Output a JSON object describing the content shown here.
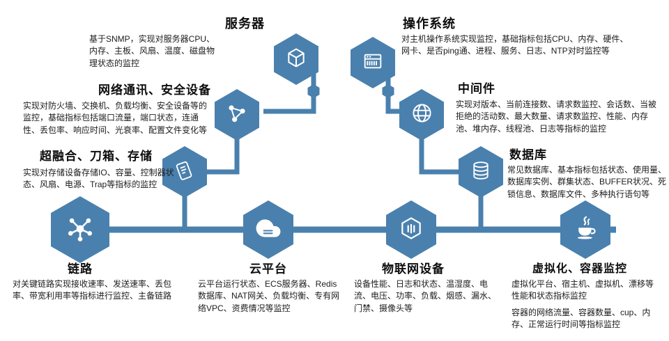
{
  "palette": {
    "hexagon_fill": "#4a80ad",
    "connector_line": "#4a80ad",
    "icon_color": "#ffffff",
    "title_text": "#0d0d0d",
    "body_text": "#1c1c1c",
    "background": "#ffffff"
  },
  "icons": {
    "server": "cube-icon",
    "os": "server-rack-icon",
    "network": "share-network-icon",
    "middleware": "globe-icon",
    "storage": "scroll-icon",
    "database": "database-cylinder-icon",
    "link": "hub-node-icon",
    "cloud": "cloud-icon",
    "iot": "package-box-icon",
    "virtualization": "java-coffee-icon"
  },
  "nodes": {
    "server": {
      "title": "服务器",
      "desc": "基于SNMP，实现对服务器CPU、内存、主板、风扇、温度、磁盘物理状态的监控"
    },
    "os": {
      "title": "操作系统",
      "desc": "对主机操作系统实现监控，基础指标包括CPU、内存、硬件、网卡、是否ping通、进程、服务、日志、NTP对时监控等"
    },
    "network": {
      "title": "网络通讯、安全设备",
      "desc": "实现对防火墙、交换机、负载均衡、安全设备等的监控，基础指标包括端口流量，端口状态，连通性、丢包率、响应时间、光衰率、配置文件变化等"
    },
    "middleware": {
      "title": "中间件",
      "desc": "实现对版本、当前连接数、请求数监控、会话数、当被拒绝的活动数、最大数量、请求数监控、性能、内存池、堆内存、线程池、日志等指标的监控"
    },
    "storage": {
      "title": "超融合、刀箱、存储",
      "desc": "实现对存储设备存储IO、容量、控制器状态、风扇、电源、Trap等指标的监控"
    },
    "database": {
      "title": "数据库",
      "desc": "常见数据库、基本指标包括状态、使用量、数据库实例、群集状态、BUFFER状况、死锁信息、数据库文件、多种执行语句等"
    },
    "link": {
      "title": "链路",
      "desc": "对关键链路实现接收速率、发送速率、丢包率、带宽利用率等指标进行监控、主备链路"
    },
    "cloud": {
      "title": "云平台",
      "desc": "云平台运行状态、ECS服务器、Redis数据库、NAT网关、负载均衡、专有网络VPC、资费情况等监控"
    },
    "iot": {
      "title": "物联网设备",
      "desc": "设备性能、日志和状态、温湿度、电流、电压、功率、负载、烟感、漏水、门禁、摄像头等"
    },
    "virtualization": {
      "title": "虚拟化、容器监控",
      "desc_platform": "虚拟化平台、宿主机、虚拟机、漂移等性能和状态指标监控",
      "desc_container": "容器的网络流量、容器数量、cup、内存、正常运行时间等指标监控"
    }
  }
}
